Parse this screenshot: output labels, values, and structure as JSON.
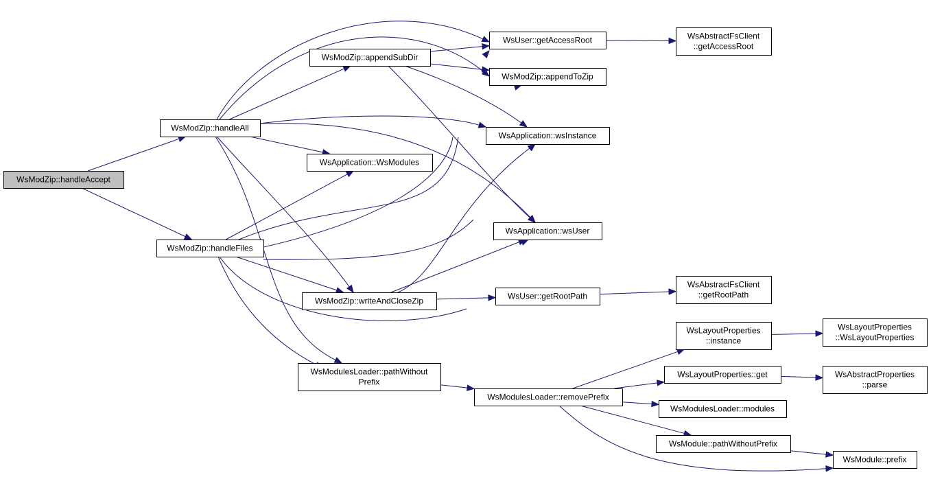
{
  "diagram": {
    "type": "call-graph",
    "colors": {
      "edge": "#191970",
      "root_fill": "#bfbfbf",
      "node_fill": "#ffffff",
      "node_border": "#000000"
    },
    "nodes": [
      {
        "id": "handleAccept",
        "lines": [
          "WsModZip::handleAccept"
        ],
        "root": true
      },
      {
        "id": "handleAll",
        "lines": [
          "WsModZip::handleAll"
        ]
      },
      {
        "id": "handleFiles",
        "lines": [
          "WsModZip::handleFiles"
        ]
      },
      {
        "id": "appendSubDir",
        "lines": [
          "WsModZip::appendSubDir"
        ]
      },
      {
        "id": "wsModules",
        "lines": [
          "WsApplication::WsModules"
        ]
      },
      {
        "id": "writeAndCloseZip",
        "lines": [
          "WsModZip::writeAndCloseZip"
        ]
      },
      {
        "id": "pathWithoutPrefixLoader",
        "lines": [
          "WsModulesLoader::pathWithout",
          "Prefix"
        ]
      },
      {
        "id": "getAccessRoot",
        "lines": [
          "WsUser::getAccessRoot"
        ]
      },
      {
        "id": "appendToZip",
        "lines": [
          "WsModZip::appendToZip"
        ]
      },
      {
        "id": "wsInstance",
        "lines": [
          "WsApplication::wsInstance"
        ]
      },
      {
        "id": "wsUser",
        "lines": [
          "WsApplication::wsUser"
        ]
      },
      {
        "id": "getRootPath",
        "lines": [
          "WsUser::getRootPath"
        ]
      },
      {
        "id": "removePrefix",
        "lines": [
          "WsModulesLoader::removePrefix"
        ]
      },
      {
        "id": "fsGetAccessRoot",
        "lines": [
          "WsAbstractFsClient",
          "::getAccessRoot"
        ]
      },
      {
        "id": "fsGetRootPath",
        "lines": [
          "WsAbstractFsClient",
          "::getRootPath"
        ]
      },
      {
        "id": "layoutInstance",
        "lines": [
          "WsLayoutProperties",
          "::instance"
        ]
      },
      {
        "id": "layoutGet",
        "lines": [
          "WsLayoutProperties::get"
        ]
      },
      {
        "id": "loaderModules",
        "lines": [
          "WsModulesLoader::modules"
        ]
      },
      {
        "id": "modulePathWithoutPrefix",
        "lines": [
          "WsModule::pathWithoutPrefix"
        ]
      },
      {
        "id": "layoutCtor",
        "lines": [
          "WsLayoutProperties",
          "::WsLayoutProperties"
        ]
      },
      {
        "id": "propsParse",
        "lines": [
          "WsAbstractProperties",
          "::parse"
        ]
      },
      {
        "id": "modulePrefix",
        "lines": [
          "WsModule::prefix"
        ]
      }
    ],
    "edges": [
      [
        "handleAccept",
        "handleAll"
      ],
      [
        "handleAccept",
        "handleFiles"
      ],
      [
        "handleAll",
        "appendSubDir"
      ],
      [
        "handleAll",
        "getAccessRoot"
      ],
      [
        "handleAll",
        "appendToZip"
      ],
      [
        "handleAll",
        "wsInstance"
      ],
      [
        "handleAll",
        "wsModules"
      ],
      [
        "handleAll",
        "wsUser"
      ],
      [
        "handleAll",
        "writeAndCloseZip"
      ],
      [
        "handleAll",
        "pathWithoutPrefixLoader"
      ],
      [
        "handleFiles",
        "wsModules"
      ],
      [
        "handleFiles",
        "getAccessRoot"
      ],
      [
        "handleFiles",
        "appendToZip"
      ],
      [
        "handleFiles",
        "wsInstance"
      ],
      [
        "handleFiles",
        "writeAndCloseZip"
      ],
      [
        "handleFiles",
        "wsUser"
      ],
      [
        "handleFiles",
        "pathWithoutPrefixLoader"
      ],
      [
        "appendSubDir",
        "getAccessRoot"
      ],
      [
        "appendSubDir",
        "appendToZip"
      ],
      [
        "appendSubDir",
        "wsInstance"
      ],
      [
        "appendSubDir",
        "wsUser"
      ],
      [
        "writeAndCloseZip",
        "wsInstance"
      ],
      [
        "writeAndCloseZip",
        "wsUser"
      ],
      [
        "writeAndCloseZip",
        "getRootPath"
      ],
      [
        "getAccessRoot",
        "fsGetAccessRoot"
      ],
      [
        "getRootPath",
        "fsGetRootPath"
      ],
      [
        "pathWithoutPrefixLoader",
        "removePrefix"
      ],
      [
        "removePrefix",
        "layoutInstance"
      ],
      [
        "removePrefix",
        "layoutGet"
      ],
      [
        "removePrefix",
        "loaderModules"
      ],
      [
        "removePrefix",
        "modulePathWithoutPrefix"
      ],
      [
        "removePrefix",
        "modulePrefix"
      ],
      [
        "layoutInstance",
        "layoutCtor"
      ],
      [
        "layoutGet",
        "propsParse"
      ],
      [
        "modulePathWithoutPrefix",
        "modulePrefix"
      ]
    ]
  }
}
